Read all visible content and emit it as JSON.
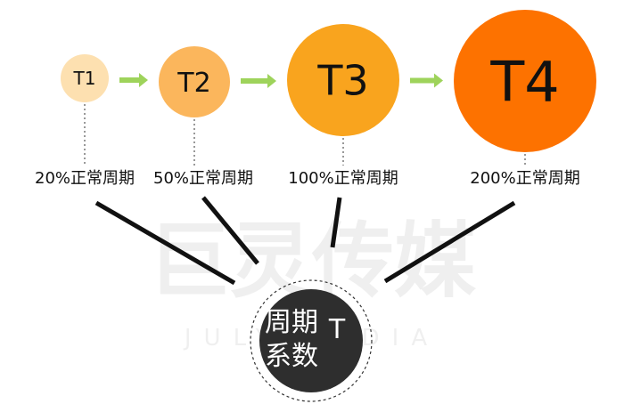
{
  "stages": [
    {
      "id": "T1",
      "label": "20%正常周期",
      "color": "#fde0b0"
    },
    {
      "id": "T2",
      "label": "50%正常周期",
      "color": "#fbb65c"
    },
    {
      "id": "T3",
      "label": "100%正常周期",
      "color": "#f9a41e"
    },
    {
      "id": "T4",
      "label": "200%正常周期",
      "color": "#fd7200"
    }
  ],
  "center": {
    "line1": "周期",
    "line2": "系数",
    "symbol": "T",
    "color": "#2e2e2e"
  },
  "watermark": {
    "cn": "巨灵传媒",
    "en": "JULY MEDIA"
  },
  "arrow_color": "#9ed35b"
}
